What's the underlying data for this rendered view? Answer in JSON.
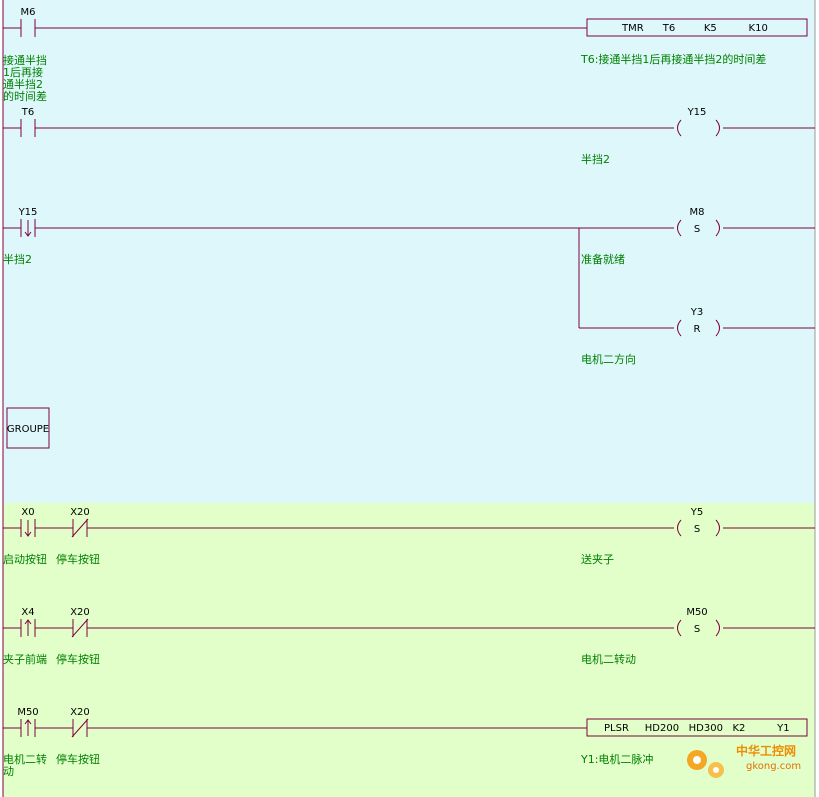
{
  "colors": {
    "group1_bg": "#ddf7fb",
    "group2_bg": "#e2ffca",
    "wire": "#800040",
    "comment": "#008000",
    "label": "#000000"
  },
  "rungs": [
    {
      "id": "r1",
      "contacts": [
        {
          "type": "no-contact",
          "label": "M6",
          "comment": "接通半挡\n1后再接\n通半挡2\n的时间差"
        }
      ],
      "output": {
        "kind": "function-box",
        "label": "TMR      T6         K5          K10",
        "comment": "T6:接通半挡1后再接通半挡2的时间差"
      }
    },
    {
      "id": "r2",
      "contacts": [
        {
          "type": "no-contact",
          "label": "T6",
          "comment": "接通半挡\n1后再接\n通半挡2\n的时间差"
        }
      ],
      "output": {
        "kind": "coil",
        "label": "Y15",
        "letter": "",
        "comment": "半挡2"
      }
    },
    {
      "id": "r3",
      "contacts": [
        {
          "type": "falling-edge-contact",
          "label": "Y15",
          "comment": "半挡2"
        }
      ],
      "outputs": [
        {
          "kind": "coil",
          "label": "M8",
          "letter": "S",
          "comment": "准备就绪"
        },
        {
          "kind": "coil",
          "label": "Y3",
          "letter": "R",
          "comment": "电机二方向"
        }
      ]
    },
    {
      "id": "r4",
      "contacts": [
        {
          "type": "falling-edge-contact",
          "label": "X0",
          "comment": "启动按钮"
        },
        {
          "type": "nc-contact",
          "label": "X20",
          "comment": "停车按钮"
        }
      ],
      "output": {
        "kind": "coil",
        "label": "Y5",
        "letter": "S",
        "comment": "送夹子"
      }
    },
    {
      "id": "r5",
      "contacts": [
        {
          "type": "rising-edge-contact",
          "label": "X4",
          "comment": "夹子前端"
        },
        {
          "type": "nc-contact",
          "label": "X20",
          "comment": "停车按钮"
        }
      ],
      "output": {
        "kind": "coil",
        "label": "M50",
        "letter": "S",
        "comment": "电机二转动"
      }
    },
    {
      "id": "r6",
      "contacts": [
        {
          "type": "rising-edge-contact",
          "label": "M50",
          "comment": "电机二转\n动"
        },
        {
          "type": "nc-contact",
          "label": "X20",
          "comment": "停车按钮"
        }
      ],
      "output": {
        "kind": "function-box",
        "label": "PLSR     HD200   HD300   K2          Y1",
        "comment": "Y1:电机二脉冲"
      }
    }
  ],
  "group_marker": {
    "label": "GROUPE"
  },
  "watermark": {
    "text": "中华工控网",
    "url": "gkong.com"
  }
}
